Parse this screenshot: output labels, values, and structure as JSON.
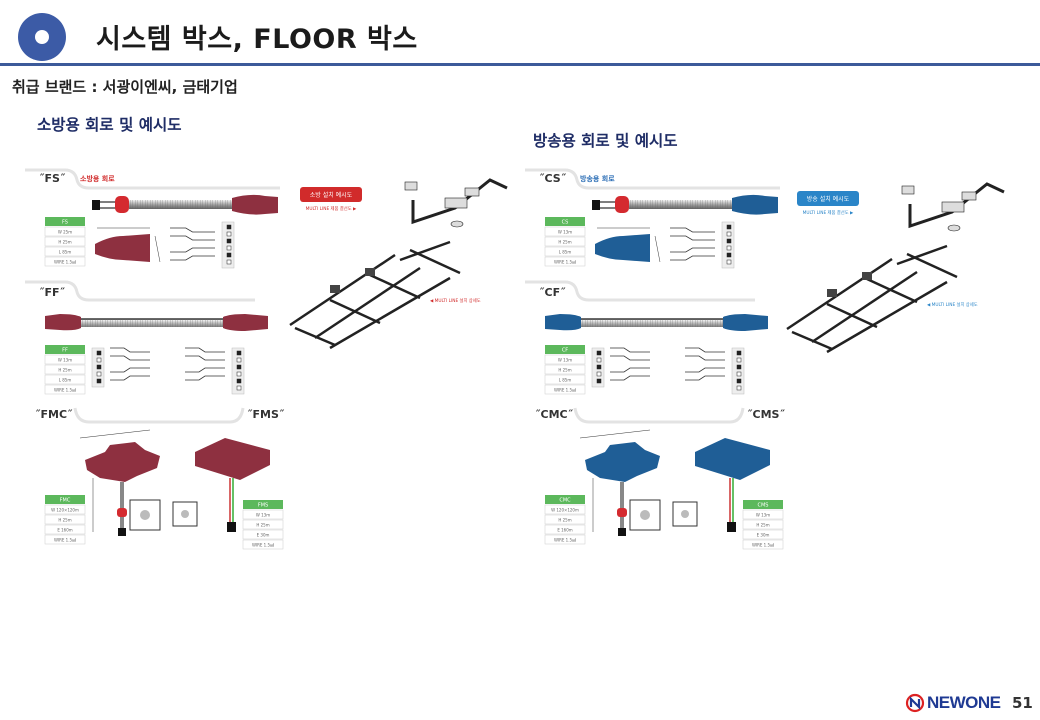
{
  "header": {
    "title": "시스템 박스, FLOOR 박스",
    "accent": "#3c5ba6"
  },
  "subtitle": "취급 브랜드 : 서광이엔씨, 금태기업",
  "sections": {
    "left": {
      "heading": "소방용 회로 및 예시도",
      "color": "#8e3040",
      "title_color": "#d12b2b",
      "p1": {
        "tag": "˝FS˝",
        "title": "소방용 회로",
        "specs": [
          "FS",
          "W 25m",
          "H 25m",
          "L 85m",
          "WIRE 1.5㎟"
        ]
      },
      "p2": {
        "tag": "˝FF˝",
        "specs": [
          "FF",
          "W 13m",
          "H 25m",
          "L 85m",
          "WIRE 1.5㎟"
        ]
      },
      "p3": {
        "tag": "˝FMC˝",
        "specs": [
          "FMC",
          "W 120×120m",
          "H 25m",
          "E 160m",
          "WIRE 1.5㎟"
        ]
      },
      "p4": {
        "tag": "˝FMS˝",
        "specs": [
          "FMS",
          "W 13m",
          "H 25m",
          "E 30m",
          "WIRE 1.5㎟"
        ]
      },
      "diagram": {
        "badge": "소방 설치 예시도",
        "note1": "MULTI LINE 제품 결선도 ▶",
        "note2": "◀ MULTI LINE 설치 상세도"
      }
    },
    "right": {
      "heading": "방송용 회로 및 예시도",
      "color": "#1f5e96",
      "title_color": "#2a6db5",
      "p1": {
        "tag": "˝CS˝",
        "title": "방송용 회로",
        "specs": [
          "CS",
          "W 13m",
          "H 25m",
          "L 85m",
          "WIRE 1.5㎟"
        ]
      },
      "p2": {
        "tag": "˝CF˝",
        "specs": [
          "CF",
          "W 13m",
          "H 25m",
          "L 85m",
          "WIRE 1.5㎟"
        ]
      },
      "p3": {
        "tag": "˝CMC˝",
        "specs": [
          "CMC",
          "W 120×120m",
          "H 25m",
          "E 160m",
          "WIRE 1.5㎟"
        ]
      },
      "p4": {
        "tag": "˝CMS˝",
        "specs": [
          "CMS",
          "W 13m",
          "H 25m",
          "E 30m",
          "WIRE 1.5㎟"
        ]
      },
      "diagram": {
        "badge": "방송 설치 예시도",
        "note1": "MULTI LINE 제품 결선도 ▶",
        "note2": "◀ MULTI LINE 설치 상세도"
      }
    }
  },
  "footer": {
    "brand": "NEWONE",
    "page": "51"
  }
}
